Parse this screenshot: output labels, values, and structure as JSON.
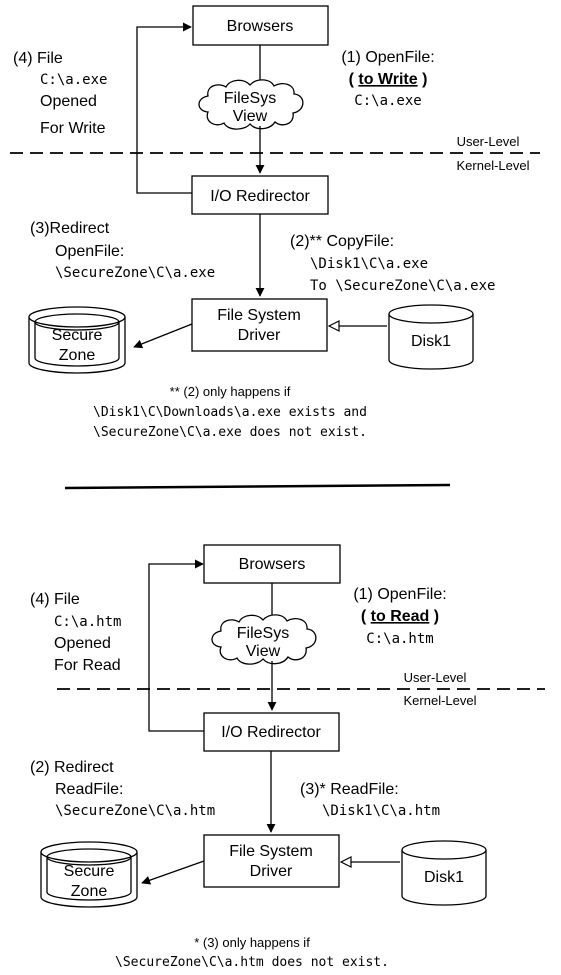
{
  "top": {
    "browsers": "Browsers",
    "filesys_line1": "FileSys",
    "filesys_line2": "View",
    "io_redirector": "I/O Redirector",
    "fs_driver_line1": "File System",
    "fs_driver_line2": "Driver",
    "secure_line1": "Secure",
    "secure_line2": "Zone",
    "disk": "Disk1",
    "user_level": "User-Level",
    "kernel_level": "Kernel-Level",
    "step1_title": "(1) OpenFile:",
    "step1_paren_open": "(",
    "step1_mode": "to Write",
    "step1_paren_close": ")",
    "step1_path": "C:\\a.exe",
    "step4_line1": "(4) File",
    "step4_line2": "C:\\a.exe",
    "step4_line3": "Opened",
    "step4_line4": "For Write",
    "step3_line1": "(3)Redirect",
    "step3_line2": "OpenFile:",
    "step3_line3": "\\SecureZone\\C\\a.exe",
    "step2_line1": "(2)** CopyFile:",
    "step2_line2": "\\Disk1\\C\\a.exe",
    "step2_line3": "To \\SecureZone\\C\\a.exe",
    "note_line1": "** (2) only happens if",
    "note_line2": "\\Disk1\\C\\Downloads\\a.exe exists and",
    "note_line3": "\\SecureZone\\C\\a.exe does not exist."
  },
  "bottom": {
    "browsers": "Browsers",
    "filesys_line1": "FileSys",
    "filesys_line2": "View",
    "io_redirector": "I/O Redirector",
    "fs_driver_line1": "File System",
    "fs_driver_line2": "Driver",
    "secure_line1": "Secure",
    "secure_line2": "Zone",
    "disk": "Disk1",
    "user_level": "User-Level",
    "kernel_level": "Kernel-Level",
    "step1_title": "(1) OpenFile:",
    "step1_paren_open": "(",
    "step1_mode": "to Read",
    "step1_paren_close": ")",
    "step1_path": "C:\\a.htm",
    "step4_line1": "(4) File",
    "step4_line2": "C:\\a.htm",
    "step4_line3": "Opened",
    "step4_line4": "For Read",
    "step2_line1": "(2) Redirect",
    "step2_line2": "ReadFile:",
    "step2_line3": "\\SecureZone\\C\\a.htm",
    "step3_line1": "(3)* ReadFile:",
    "step3_line2": "\\Disk1\\C\\a.htm",
    "note_line1": "* (3) only happens if",
    "note_line2": "\\SecureZone\\C\\a.htm does not exist."
  }
}
